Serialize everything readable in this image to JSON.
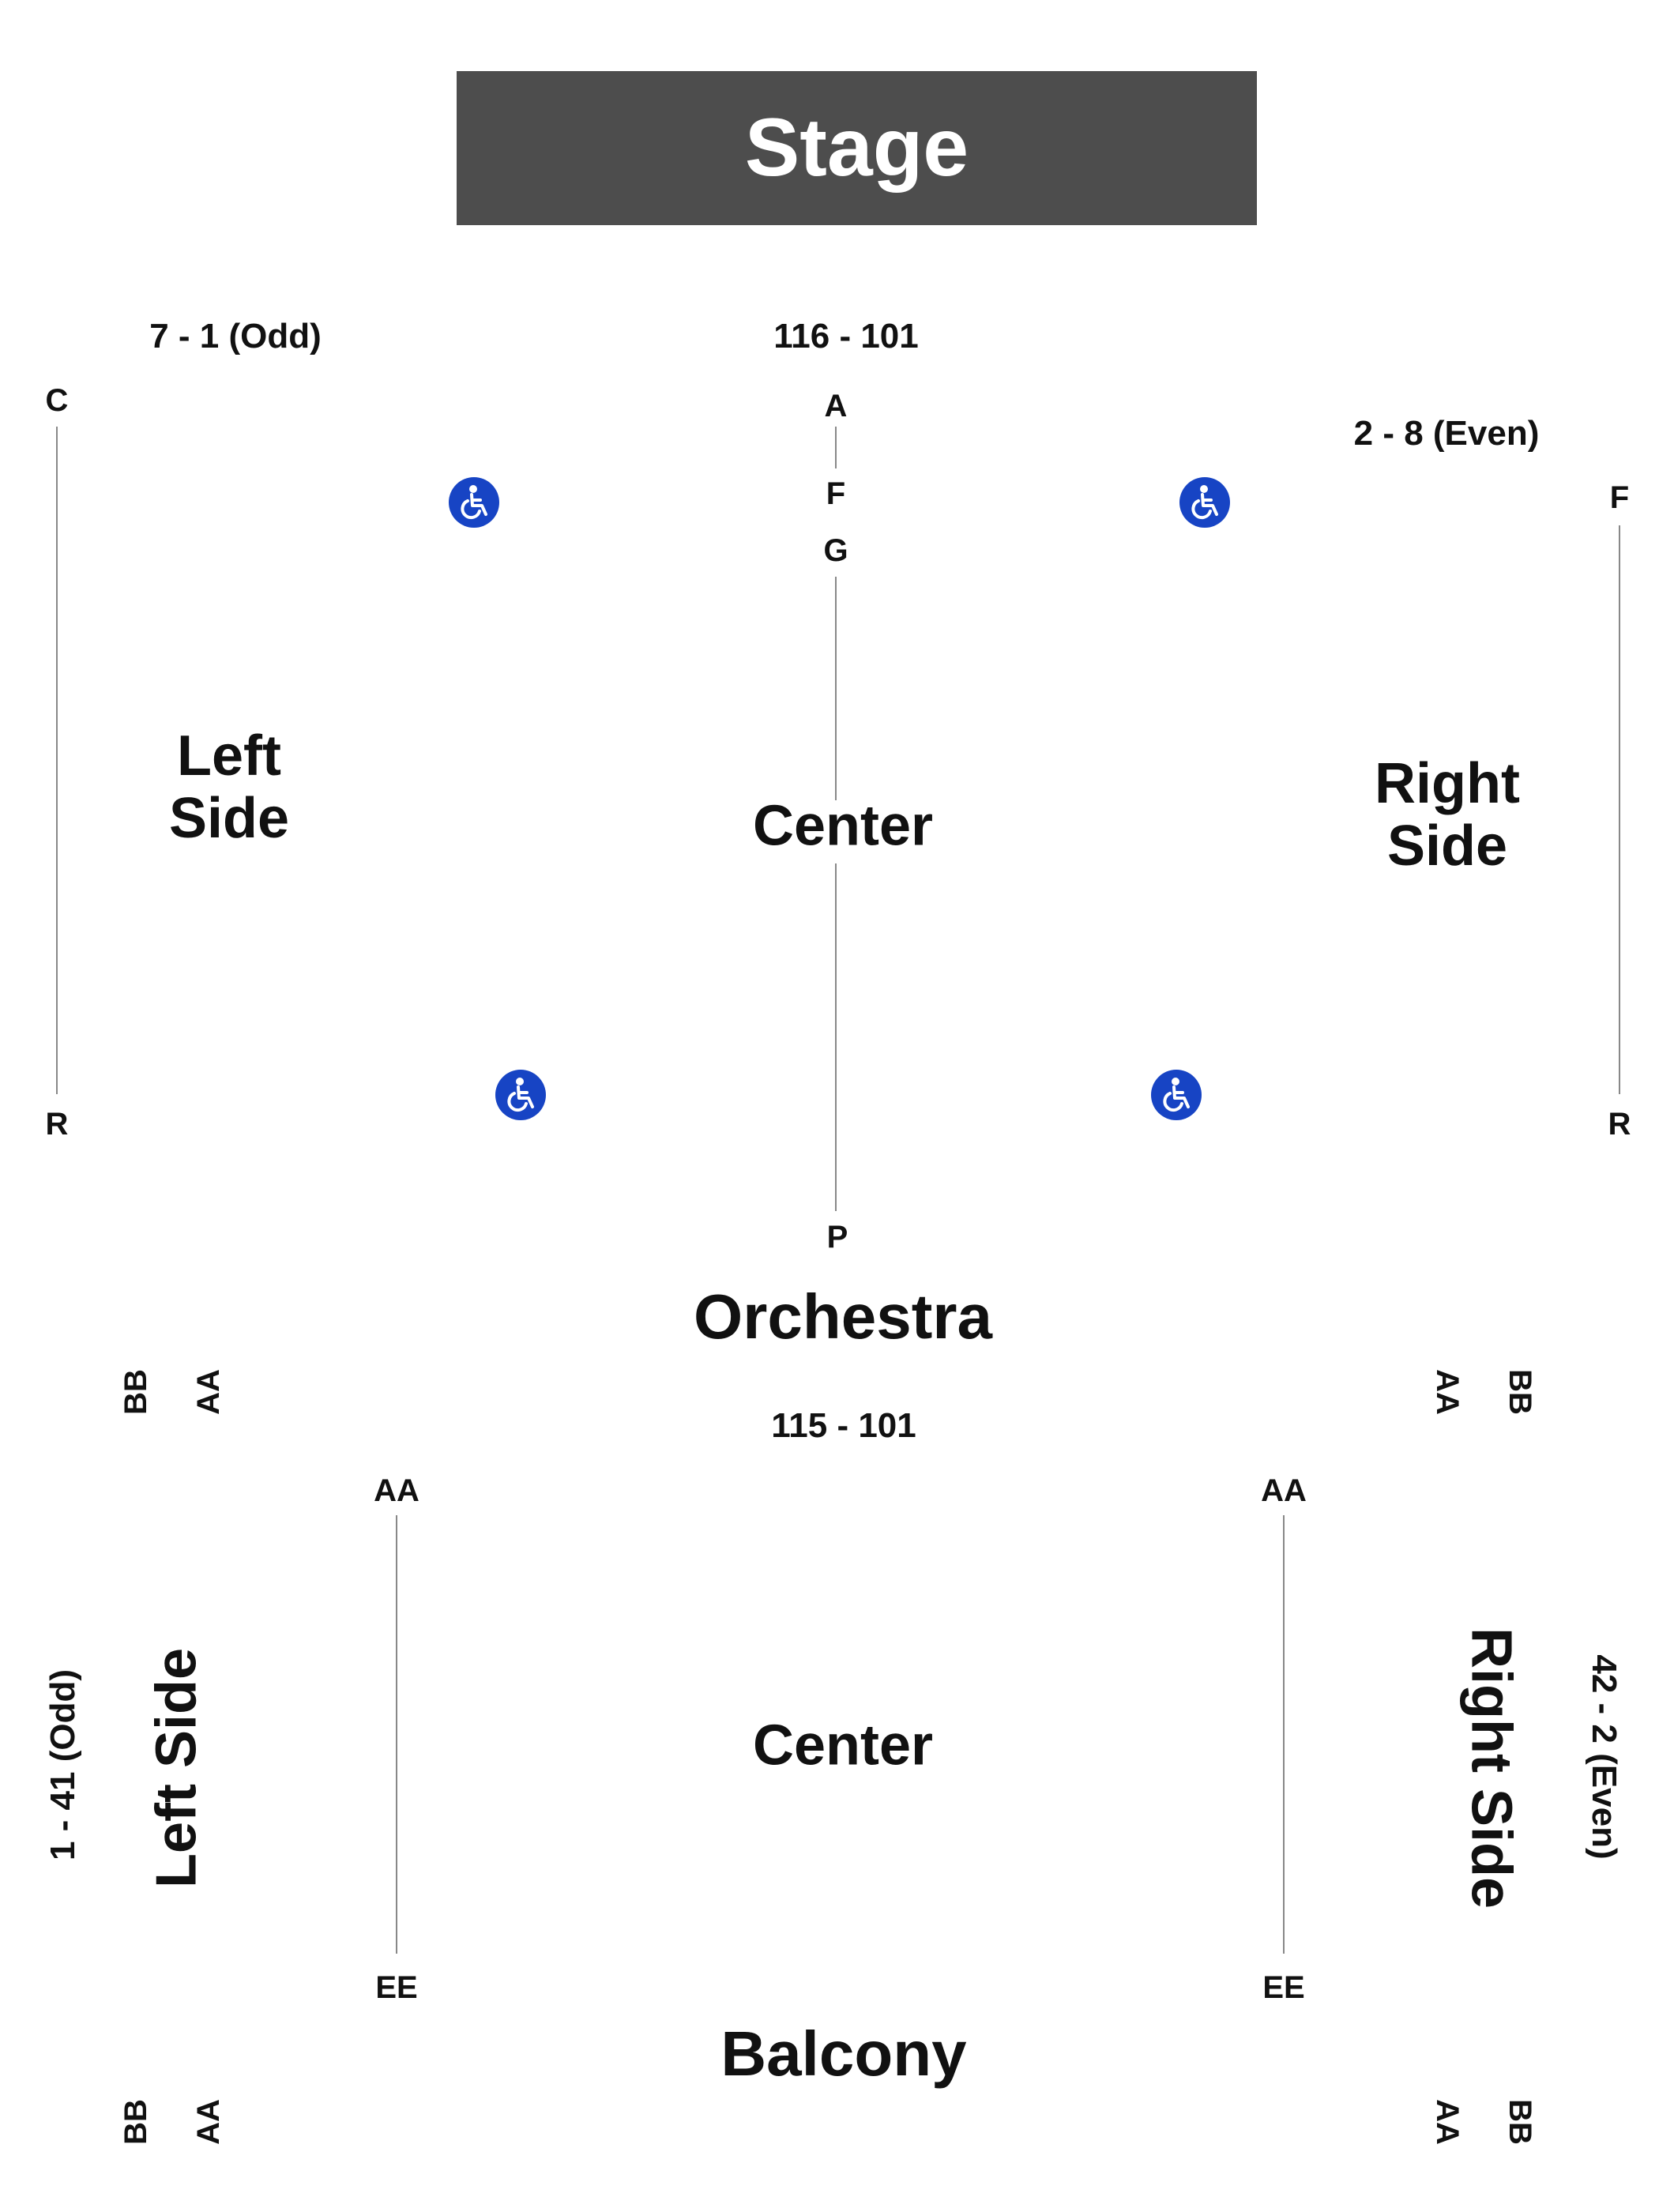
{
  "stage": "Stage",
  "orchestra": {
    "name": "Orchestra",
    "left": {
      "name": "Left Side",
      "seats": "7 - 1 (Odd)",
      "row_start": "C",
      "row_end": "R"
    },
    "center": {
      "name": "Center",
      "seats": "116 - 101",
      "row_a": "A",
      "row_f": "F",
      "row_g": "G",
      "row_end": "P"
    },
    "right": {
      "name": "Right Side",
      "seats": "2 - 8 (Even)",
      "row_start": "F",
      "row_end": "R"
    }
  },
  "balcony": {
    "name": "Balcony",
    "left": {
      "name": "Left Side",
      "seats": "1 - 41 (Odd)"
    },
    "center": {
      "name": "Center",
      "seats": "115 - 101",
      "left_row_start": "AA",
      "left_row_end": "EE",
      "right_row_start": "AA",
      "right_row_end": "EE"
    },
    "right": {
      "name": "Right Side",
      "seats": "42 - 2 (Even)"
    }
  },
  "box_labels": {
    "bb": "BB",
    "aa": "AA"
  },
  "icons": {
    "wheelchair": "wheelchair-accessible-icon",
    "accent": "#1744c4"
  }
}
